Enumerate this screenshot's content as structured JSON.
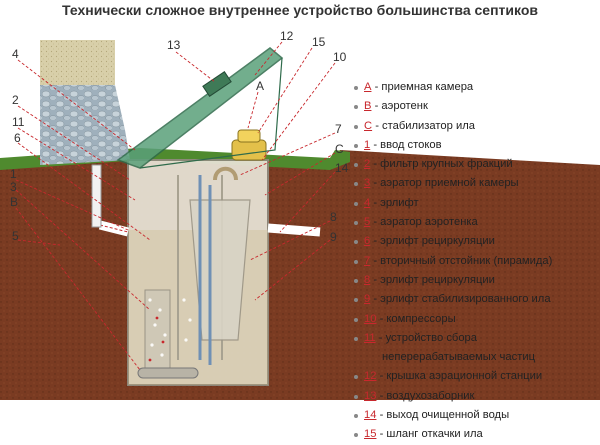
{
  "title": "Технически сложное внутреннее устройство большинства септиков",
  "colors": {
    "accent": "#c8282d",
    "soil": "#7a3b22",
    "grass": "#4f8a2e",
    "tank": "#e6e1d4",
    "lid": "#5aa07a"
  },
  "callouts": [
    "13",
    "12",
    "15",
    "4",
    "A",
    "10",
    "2",
    "11",
    "6",
    "1",
    "3",
    "B",
    "5",
    "7",
    "C",
    "14",
    "8",
    "9"
  ],
  "legend": [
    {
      "key": "А",
      "text": "- приемная камера"
    },
    {
      "key": "В",
      "text": "- аэротенк"
    },
    {
      "key": "С",
      "text": "- стабилизатор ила"
    },
    {
      "key": "1",
      "text": "- ввод стоков"
    },
    {
      "key": "2",
      "text": "- фильтр крупных фракций"
    },
    {
      "key": "3",
      "text": "- аэратор приемной камеры"
    },
    {
      "key": "4",
      "text": "- эрлифт"
    },
    {
      "key": "5",
      "text": "- аэратор аэротенка"
    },
    {
      "key": "6",
      "text": "- эрлифт рециркуляции"
    },
    {
      "key": "7",
      "text": "- вторичный отстойник (пирамида)"
    },
    {
      "key": "8",
      "text": "- эрлифт рециркуляции"
    },
    {
      "key": "9",
      "text": "- эрлифт стабилизированного ила"
    },
    {
      "key": "10",
      "text": "- компрессоры"
    },
    {
      "key": "11",
      "text": "- устройство сбора"
    },
    {
      "key": "",
      "text": "неперерабатываемых частиц"
    },
    {
      "key": "12",
      "text": "- крышка аэрационной станции"
    },
    {
      "key": "13",
      "text": "- воздухозаборник"
    },
    {
      "key": "14",
      "text": "- выход очищенной воды"
    },
    {
      "key": "15",
      "text": "- шланг откачки ила"
    }
  ]
}
